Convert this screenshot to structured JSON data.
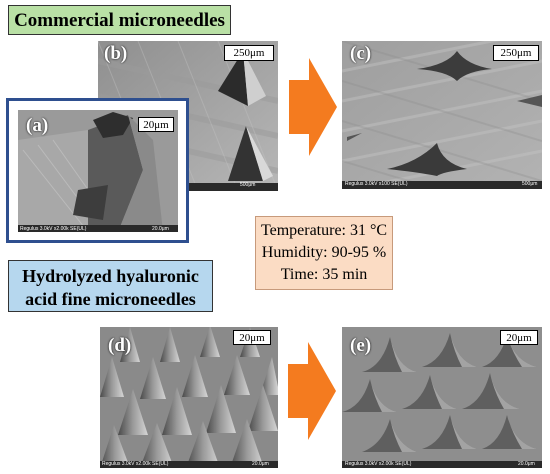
{
  "headers": {
    "commercial": "Commercial microneedles",
    "hyaluronic": "Hydrolyzed hyaluronic acid fine microneedles"
  },
  "conditions": {
    "temperature": "Temperature: 31 °C",
    "humidity": "Humidity: 90-95 %",
    "time": "Time: 35 min"
  },
  "panels": [
    {
      "label": "(a)",
      "scale": "20μm",
      "footer": "Regulus 3.0kV x2.00k SE(UL)",
      "footer_scale": "20.0μm"
    },
    {
      "label": "(b)",
      "scale": "250μm",
      "footer": "",
      "footer_scale": "500μm"
    },
    {
      "label": "(c)",
      "scale": "250μm",
      "footer": "Regulus 3.0kV x100 SE(UL)",
      "footer_scale": "500μm"
    },
    {
      "label": "(d)",
      "scale": "20μm",
      "footer": "Regulus 3.0kV x2.00k SE(UL)",
      "footer_scale": "20.0μm"
    },
    {
      "label": "(e)",
      "scale": "20μm",
      "footer": "Regulus 3.0kV x2.00k SE(UL)",
      "footer_scale": "20.0μm"
    }
  ],
  "colors": {
    "arrow": "#f47b1f",
    "green_header": "#b9e0a5",
    "blue_header": "#b6d7ee",
    "condition_box": "#fbdcc4",
    "frame": "#2e4f8f"
  }
}
